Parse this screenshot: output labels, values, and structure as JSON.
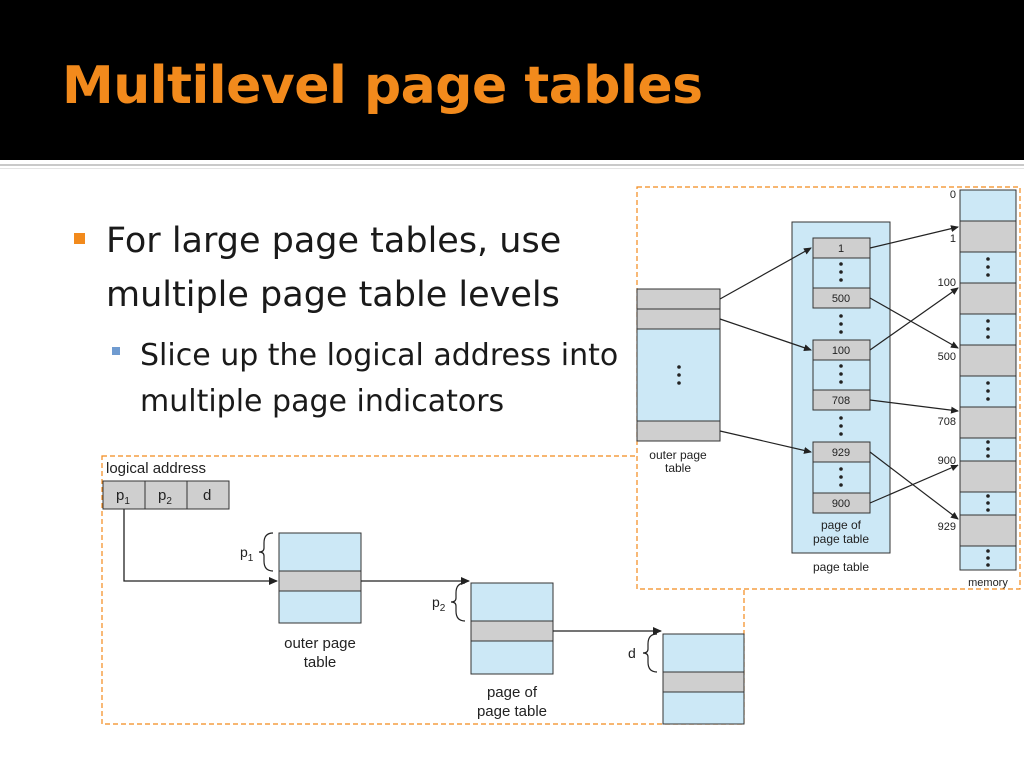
{
  "slide": {
    "title": "Multilevel page tables",
    "bullets": [
      {
        "text": "For large page tables, use multiple page table levels"
      },
      {
        "text": "Slice up the logical address into multiple page indicators"
      }
    ]
  },
  "colors": {
    "title": "#f28a1c",
    "title_bar": "#000000",
    "table_fill": "#cce8f6",
    "entry_fill": "#cfcfcf",
    "frame_border": "#f28a1c"
  },
  "diagram_left": {
    "logical_address_label": "logical address",
    "fields": [
      "p",
      "p",
      "d"
    ],
    "field_subscripts": [
      "1",
      "2",
      ""
    ],
    "p1_label": "p",
    "p1_sub": "1",
    "p2_label": "p",
    "p2_sub": "2",
    "d_label": "d",
    "outer_table_label": [
      "outer page",
      "table"
    ],
    "page_of_table_label": [
      "page of",
      "page table"
    ]
  },
  "diagram_right": {
    "outer_table_label": [
      "outer page",
      "table"
    ],
    "page_of_table_label": [
      "page of",
      "page table"
    ],
    "page_table_label": "page table",
    "memory_label": "memory",
    "page_table_entries": [
      "1",
      "500",
      "100",
      "708",
      "929",
      "900"
    ],
    "memory_address_labels": [
      "0",
      "1",
      "100",
      "500",
      "708",
      "900",
      "929"
    ]
  }
}
